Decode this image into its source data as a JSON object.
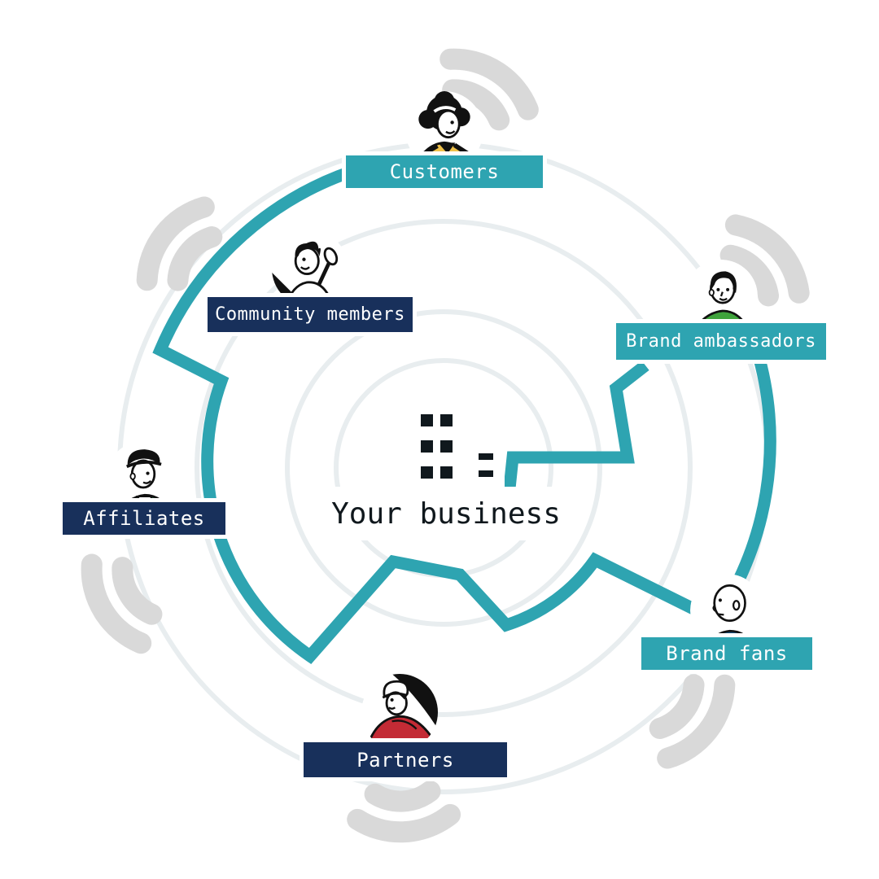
{
  "center": {
    "label": "Your business",
    "icon": "buildings-icon"
  },
  "nodes": [
    {
      "id": "customers",
      "label": "Customers",
      "variant": "teal"
    },
    {
      "id": "community-members",
      "label": "Community members",
      "variant": "navy"
    },
    {
      "id": "brand-ambassadors",
      "label": "Brand ambassadors",
      "variant": "teal"
    },
    {
      "id": "affiliates",
      "label": "Affiliates",
      "variant": "navy"
    },
    {
      "id": "brand-fans",
      "label": "Brand fans",
      "variant": "teal"
    },
    {
      "id": "partners",
      "label": "Partners",
      "variant": "navy"
    }
  ],
  "icons": {
    "signal": "radio-waves-icon",
    "center": "buildings-icon"
  },
  "colors": {
    "teal": "#2EA4B1",
    "navy": "#18305B",
    "ring_gray": "#E8EDEF",
    "signal_gray": "#D9D9D9",
    "customers_accent": "#F0C24B",
    "ambassador_accent": "#3FA33C",
    "affiliate_accent": "#185A33",
    "fan_accent": "#174A73",
    "partner_accent": "#C32B35",
    "text_light": "#FFFFFF",
    "text_dark": "#10181D"
  }
}
